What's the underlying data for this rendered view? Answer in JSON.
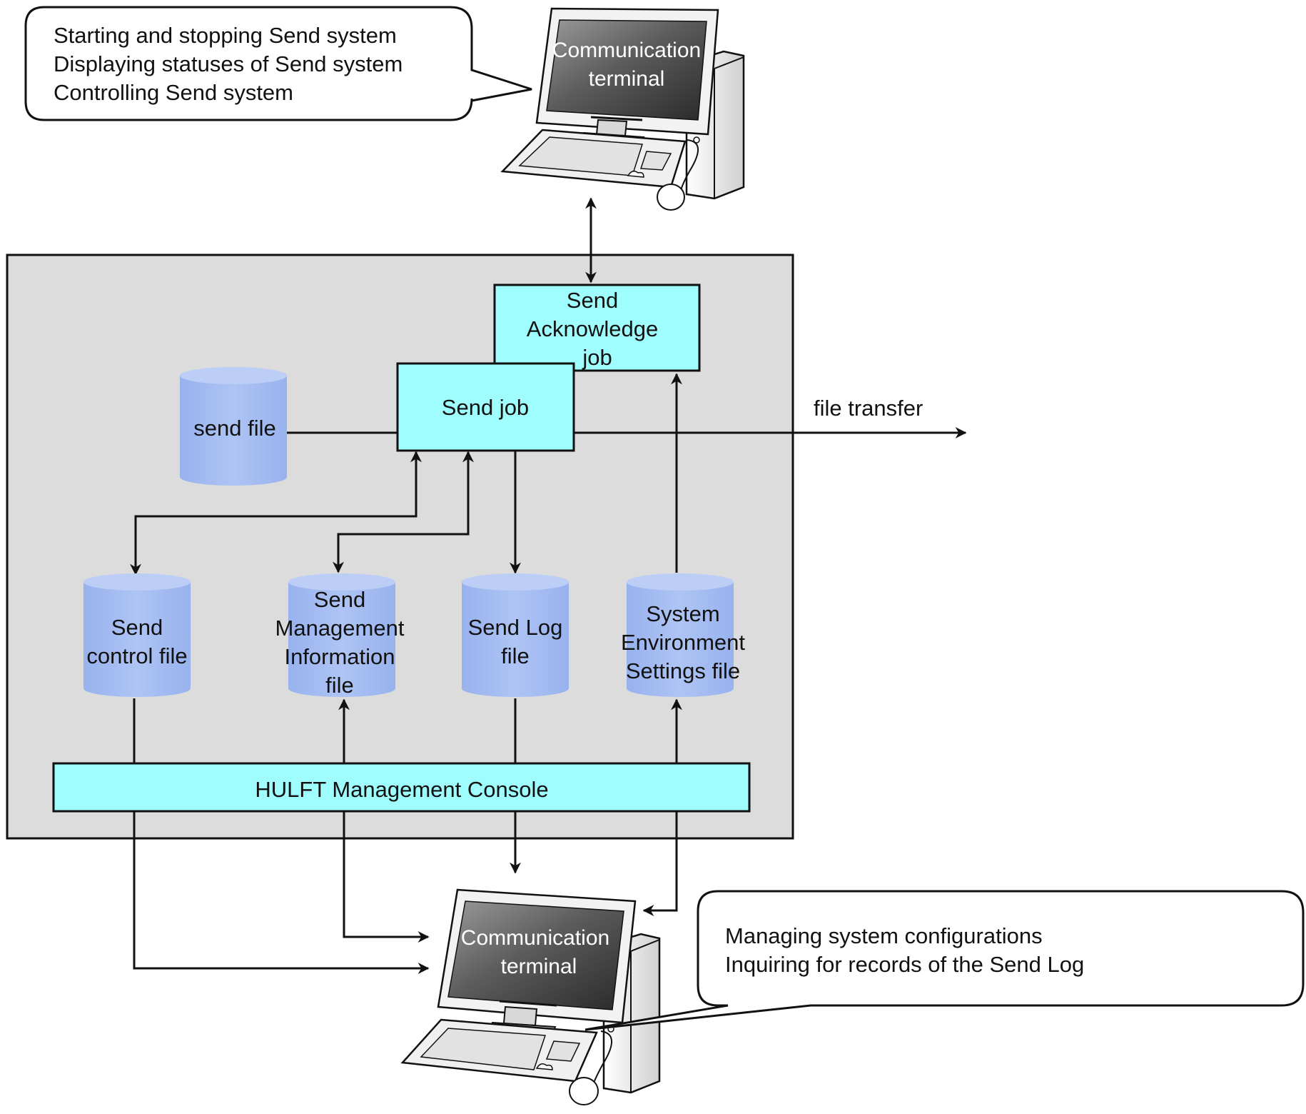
{
  "callouts": {
    "top": [
      "Starting and stopping Send system",
      "Displaying statuses of Send system",
      "Controlling Send system"
    ],
    "bottom": [
      "Managing system configurations",
      "Inquiring for records of the Send Log"
    ]
  },
  "terminals": {
    "top": [
      "Communication",
      "terminal"
    ],
    "bottom": [
      "Communication",
      "terminal"
    ]
  },
  "jobs": {
    "send_ack": [
      "Send",
      "Acknowledge",
      "job"
    ],
    "send_job": "Send job"
  },
  "files": {
    "send_file": "send file",
    "control": [
      "Send",
      "control file"
    ],
    "management": [
      "Send",
      "Management",
      "Information",
      "file"
    ],
    "log": [
      "Send Log",
      "file"
    ],
    "sysenv": [
      "System",
      "Environment",
      "Settings file"
    ]
  },
  "console": "HULFT Management Console",
  "flow_label": "file transfer",
  "colors": {
    "system_bg": "#dcdcdc",
    "job_box": "#9ffdfd",
    "cylinder": "#a6bef2",
    "cylinder_top": "#b9cdf7"
  }
}
